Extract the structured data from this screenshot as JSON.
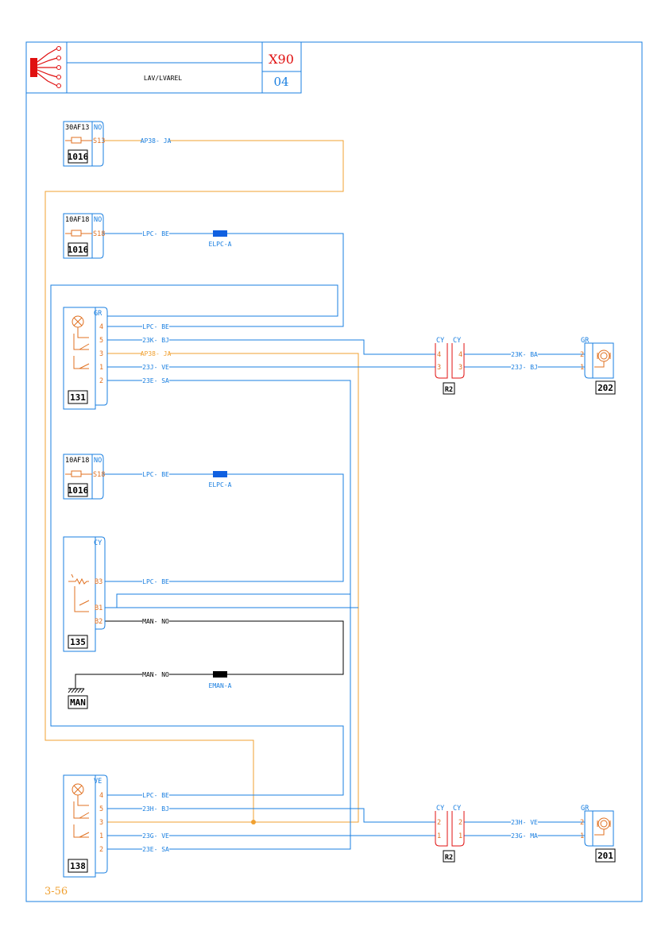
{
  "title_block": {
    "label": "LAV/LVAREL",
    "system_code": "X90",
    "sheet": "04",
    "page_ref": "3-56"
  },
  "colors": {
    "blue": "#1a7fe0",
    "orange": "#f0a030",
    "pin_orange": "#e07020",
    "black": "#000000",
    "red": "#e01010",
    "connector_blue": "#1060e0"
  },
  "fuse_boxes": [
    {
      "rating": "30A",
      "fuse": "F13",
      "housing": "NO",
      "slot": "S13",
      "component": "1016"
    },
    {
      "rating": "10A",
      "fuse": "F18",
      "housing": "NO",
      "slot": "S18",
      "component": "1016"
    },
    {
      "rating": "10A",
      "fuse": "F18",
      "housing": "NO",
      "slot": "S18",
      "component": "1016"
    }
  ],
  "components": {
    "c131": {
      "id": "131",
      "housing": "GR",
      "pins": [
        "4",
        "5",
        "3",
        "1",
        "2"
      ]
    },
    "c135": {
      "id": "135",
      "housing": "CY",
      "pins": [
        "B3",
        "B1",
        "B2"
      ]
    },
    "c138": {
      "id": "138",
      "housing": "VE",
      "pins": [
        "4",
        "5",
        "3",
        "1",
        "2"
      ]
    },
    "ground": {
      "id": "MAN"
    },
    "motor_top": {
      "id": "202",
      "housing": "GR",
      "pins": [
        "2",
        "1"
      ]
    },
    "motor_bottom": {
      "id": "201",
      "housing": "GR",
      "pins": [
        "2",
        "1"
      ]
    },
    "r2_top": {
      "id": "R2",
      "housing_left": "CY",
      "housing_right": "CY",
      "pins_left": [
        "4",
        "3"
      ],
      "pins_right": [
        "4",
        "3"
      ]
    },
    "r2_bottom": {
      "id": "R2",
      "housing_left": "CY",
      "housing_right": "CY",
      "pins_left": [
        "2",
        "1"
      ],
      "pins_right": [
        "2",
        "1"
      ]
    }
  },
  "wire_labels": {
    "w1": "AP38- JA",
    "w2": "LPC- BE",
    "w3": "LPC- BE",
    "w4": "23K- BJ",
    "w5": "AP38- JA",
    "w6": "23J- VE",
    "w7": "23E- SA",
    "w8": "23K- BA",
    "w9": "23J- BJ",
    "w10": "LPC- BE",
    "w11": "LPC- BE",
    "w12": "MAN- NO",
    "w13": "MAN- NO",
    "w14": "LPC- BE",
    "w15": "23H- BJ",
    "w16": "23G- VE",
    "w17": "23E- SA",
    "w18": "23H- VE",
    "w19": "23G- MA"
  },
  "splice_labels": {
    "s1": "ELPC-A",
    "s2": "ELPC-A",
    "s3": "EMAN-A"
  }
}
